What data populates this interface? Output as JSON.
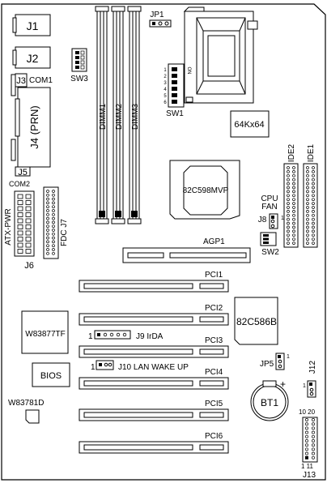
{
  "connectors": {
    "j1": "J1",
    "j2": "J2",
    "j3": "J3",
    "com1": "COM1",
    "prn": "J4 (PRN)",
    "j5": "J5",
    "com2": "COM2",
    "atx": "ATX-PWR",
    "j6": "J6",
    "fdc": "FDC J7",
    "jp1": "JP1",
    "sw3": "SW3",
    "sw1": "SW1",
    "sw1_on": "ON",
    "sw1_nums": [
      "1",
      "2",
      "3",
      "4",
      "5",
      "6"
    ],
    "sw2": "SW2",
    "cpu_fan": [
      "CPU",
      "FAN"
    ],
    "j8": "J8",
    "j8_pin": "1",
    "ide1": "IDE1",
    "ide2": "IDE2",
    "j9": "J9  IrDA",
    "j9_pin": "1",
    "j10": "J10  LAN  WAKE  UP",
    "j10_pin": "1",
    "jp5": "JP5",
    "jp5_pin": "1",
    "j12": "J12",
    "j12_pin": "1",
    "j13": "J13",
    "j13_top": "10  20",
    "j13_bottom": "1    11",
    "bt1": "BT1",
    "bt1_plus": "+"
  },
  "dimms": [
    "DIMM1",
    "DIMM2",
    "DIMM3"
  ],
  "chips": {
    "cache": "64Kx64",
    "northbridge": "82C598MVP",
    "southbridge": "82C586B",
    "superio": "W83877TF",
    "bios": "BIOS",
    "monitor": "W83781D"
  },
  "slots": {
    "agp": "AGP1",
    "pci": [
      "PCI1",
      "PCI2",
      "PCI3",
      "PCI4",
      "PCI5",
      "PCI6"
    ]
  }
}
